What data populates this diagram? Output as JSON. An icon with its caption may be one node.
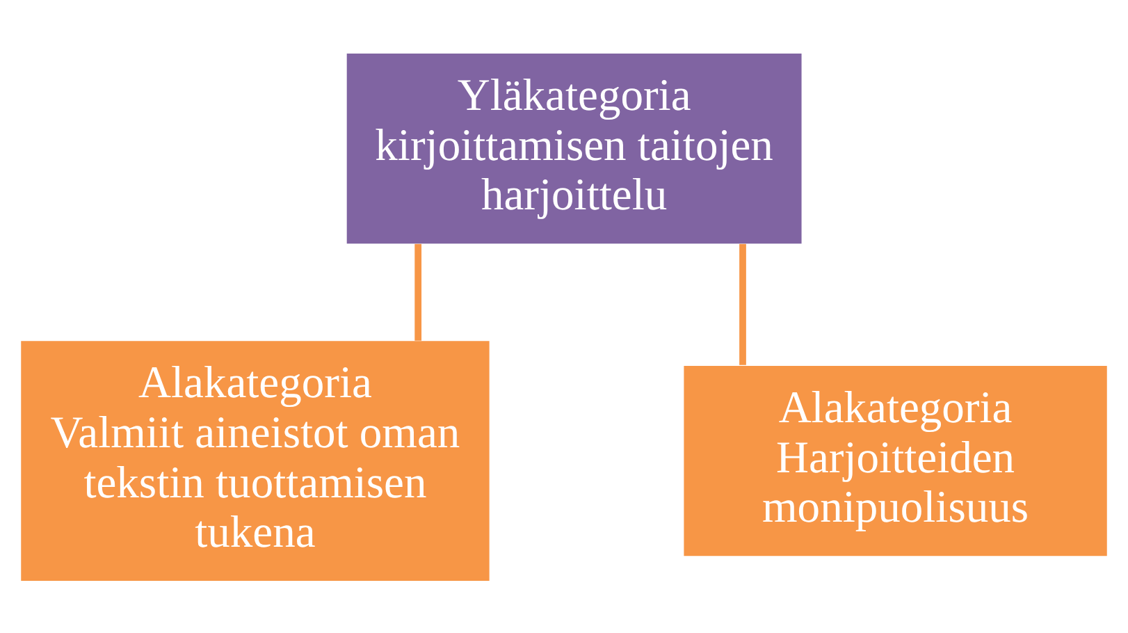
{
  "diagram": {
    "nodes": [
      {
        "text": [
          "Yläkategoria",
          "kirjoittamisen taitojen harjoittelu"
        ]
      },
      {
        "text": [
          "Alakategoria",
          "Valmiit aineistot oman tekstin tuottamisen tukena"
        ]
      },
      {
        "text": [
          "Alakategoria",
          "Harjoitteiden monipuolisuus"
        ]
      }
    ],
    "edges": [
      {
        "from": 0,
        "to": 1,
        "arrow": "none"
      },
      {
        "from": 0,
        "to": 2,
        "arrow": "none"
      }
    ]
  }
}
